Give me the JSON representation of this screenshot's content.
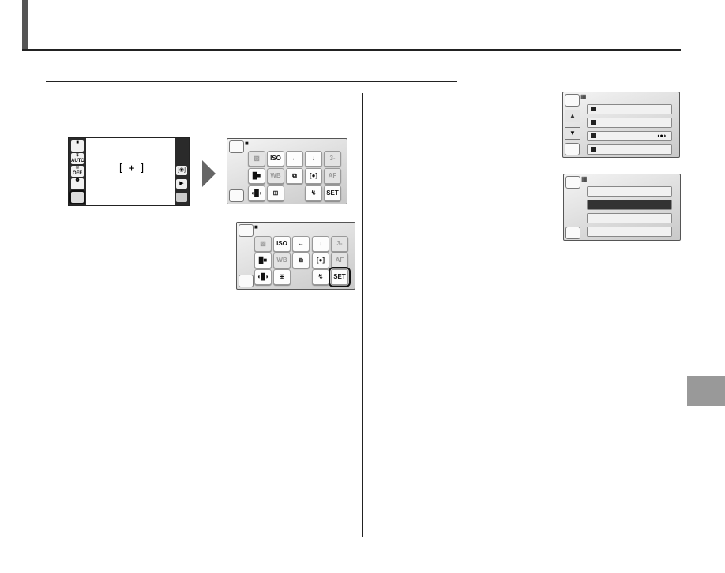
{
  "live_view": {
    "left_buttons": [
      "■",
      "$ AUTO",
      "© OFF",
      "❁"
    ],
    "right_buttons": [
      "[◉]",
      "▶"
    ],
    "focus_frame": "[ + ]"
  },
  "menu_full": {
    "tiles_row1": [
      "▨",
      "ISO",
      "←",
      "↓",
      "3-Avg"
    ],
    "tiles_row2": [
      "█■",
      "WB",
      "⧉",
      "[●]",
      "AF"
    ],
    "tiles_row3": [
      "◖█◗",
      "⊞",
      "↯",
      "SET"
    ]
  },
  "setup_menu_1": {
    "up": "▲",
    "down": "▼",
    "row_icon": "◖●◗"
  },
  "colors": {
    "rule": "#222222",
    "tab": "#999999",
    "panel_dark": "#333333"
  }
}
